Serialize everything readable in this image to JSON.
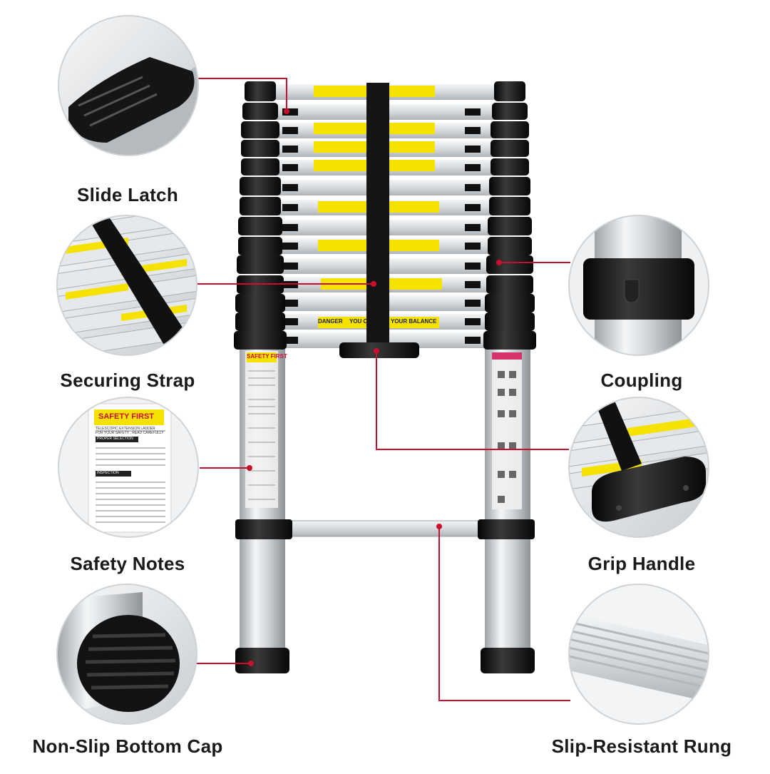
{
  "features": {
    "slide_latch": "Slide Latch",
    "securing_strap": "Securing Strap",
    "safety_notes": "Safety Notes",
    "non_slip_bottom_cap": "Non-Slip Bottom Cap",
    "coupling": "Coupling",
    "grip_handle": "Grip Handle",
    "slip_resistant_rung": "Slip-Resistant Rung"
  },
  "ladder_labels": {
    "danger": "DANGER",
    "balance": "YOUR BALANCE",
    "you_c": "YOU C",
    "safety_first": "SAFETY FIRST",
    "telescopic": "TELESCOPIC EXTENSION LADDER",
    "for_safety": "FOR YOUR SAFETY , READ CAREFULLY",
    "proper_selection": "PROPER SELECTION",
    "inspection": "INSPECTION"
  },
  "colors": {
    "callout_line": "#c8102e",
    "warning_yellow": "#f5e200",
    "cap_black": "#161616",
    "aluminum": "#d9dcdf"
  }
}
